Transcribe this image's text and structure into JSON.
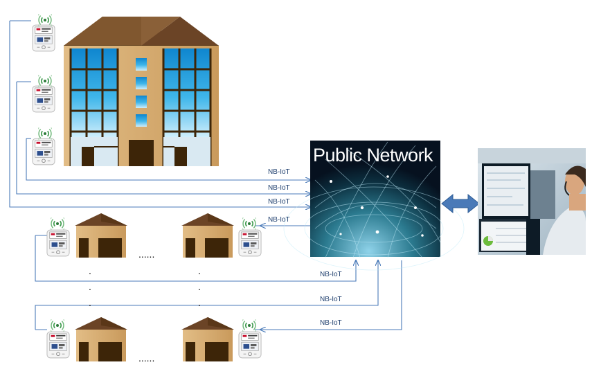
{
  "public_network": {
    "title": "Public Network"
  },
  "links": {
    "building_1": "NB-IoT",
    "building_2": "NB-IoT",
    "building_3": "NB-IoT",
    "house_row_1": "NB-IoT",
    "house_column_1": "NB-IoT",
    "house_column_2": "NB-IoT",
    "house_row_2": "NB-IoT"
  },
  "ellipsis": {
    "row_1": "......",
    "row_2": "......",
    "vertical": "."
  },
  "colors": {
    "line": "#4a7ab8",
    "roof": "#6b4426",
    "wall": "#d8b07a",
    "glass": "#29a8e0",
    "door": "#3d2508",
    "network_bg": "#06111f",
    "double_arrow": "#4a7ab8"
  },
  "icons": [
    "smart-meter-icon",
    "wireless-signal-icon",
    "building-icon",
    "house-icon",
    "globe-icon",
    "operator-photo"
  ]
}
